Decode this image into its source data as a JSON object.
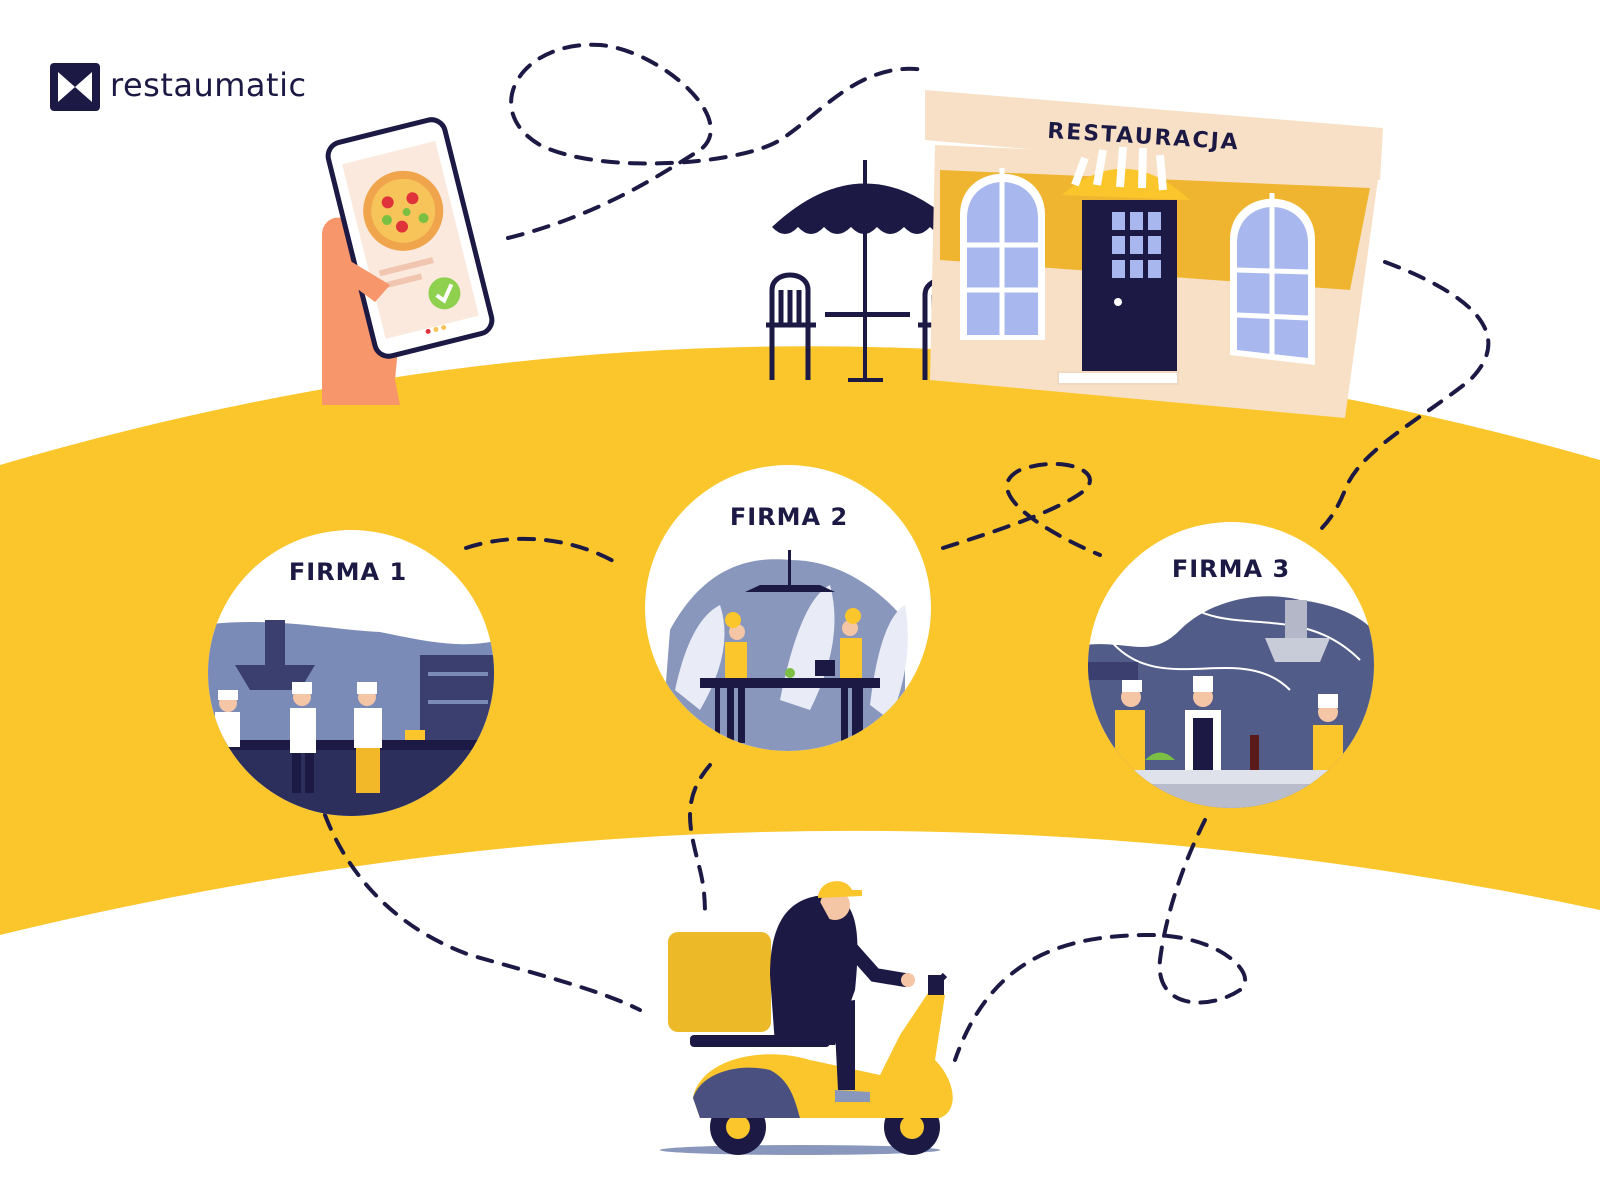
{
  "brand": {
    "name": "restaumatic",
    "logo_icon": "bowtie-icon",
    "colors": {
      "navy": "#1c1a44",
      "yellow": "#fbc62c"
    }
  },
  "restaurant": {
    "sign": "RESTAURACJA"
  },
  "companies": [
    {
      "label": "FIRMA 1"
    },
    {
      "label": "FIRMA 2"
    },
    {
      "label": "FIRMA 3"
    }
  ]
}
